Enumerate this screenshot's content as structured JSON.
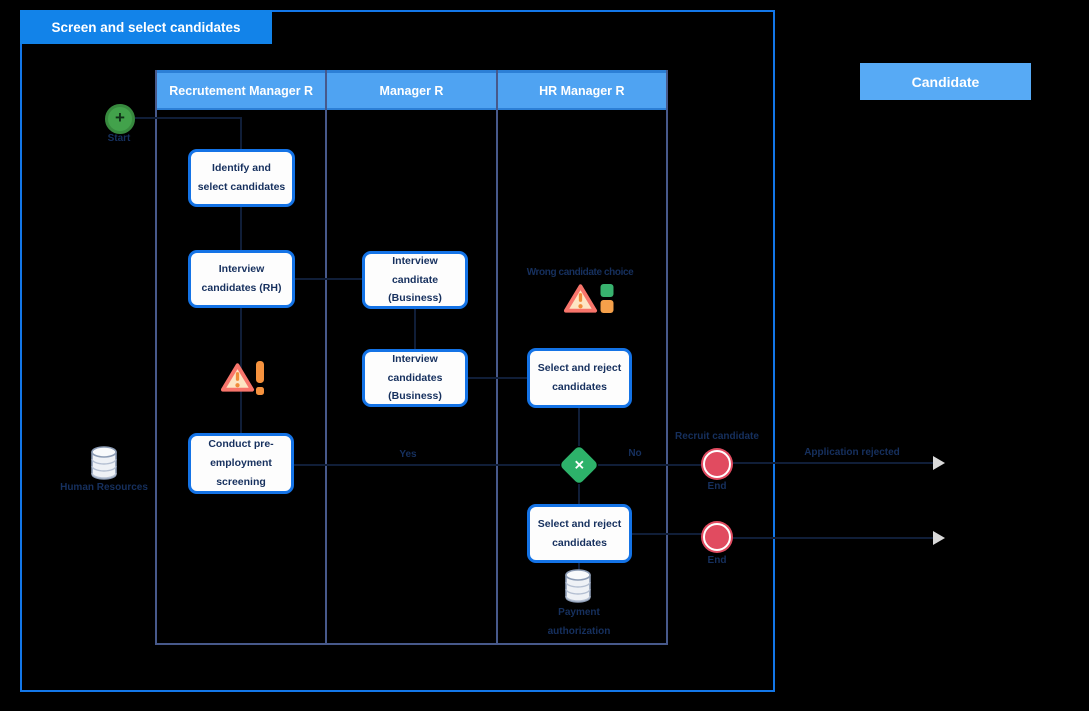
{
  "title_tab": "Screen and select candidates",
  "lanes": [
    "Recrutement Manager R",
    "Manager R",
    "HR Manager R"
  ],
  "candidate_lane": "Candidate",
  "nodes": {
    "start_glyph": "+",
    "start_label": "Start",
    "identify": "Identify and select candidates",
    "interview_rh": "Interview candidates (RH)",
    "conduct": "Conduct pre-employment screening",
    "interview_biz_1": "Interview canditate (Business)",
    "interview_biz_2": "Interview candidates (Business)",
    "wrong_choice": "Wrong candidate choice",
    "select_reject_1": "Select and reject candidates",
    "select_reject_2": "Select and reject candidates",
    "gateway_glyph": "✕",
    "yes": "Yes",
    "no": "No",
    "recruit": "Recruit candidate",
    "end_1": "End",
    "end_2": "End",
    "application_rejected": "Application rejected",
    "payment_store": "Payment authorization",
    "hr_store": "Human Resources"
  },
  "icons": {
    "start": "plus-circle-icon",
    "end": "end-event-icon",
    "gateway": "x-gateway-icon",
    "warning": "warning-triangle-icon",
    "alert": "orange-exclamation-icon",
    "status": "green-orange-stack-icon",
    "datastore": "database-icon",
    "arrow": "arrowhead-right-icon"
  },
  "colors": {
    "background": "#000000",
    "container_border": "#1377e8",
    "title_tab": "#1283e9",
    "lane_header": "#4fa3f2",
    "candidate_header": "#57aaf5",
    "task_border": "#1473e6",
    "task_fill": "#fdfdfd",
    "text_navy": "#16305e",
    "start_green": "#42a24b",
    "gateway_green": "#2db26a",
    "end_red": "#e14b60",
    "warning_orange": "#f5923e"
  }
}
